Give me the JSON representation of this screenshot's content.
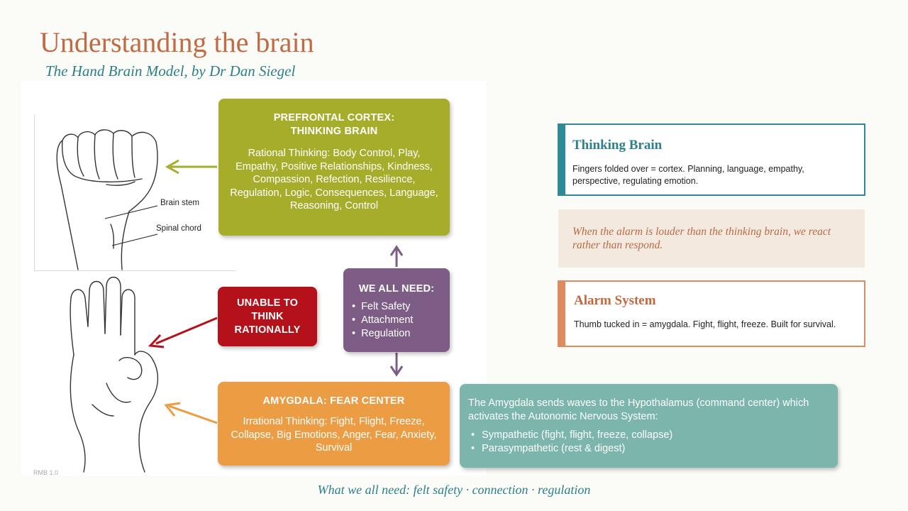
{
  "header": {
    "title": "Understanding the brain",
    "subtitle": "The Hand Brain Model, by Dr Dan Siegel"
  },
  "diagram": {
    "labels": {
      "brain_stem": "Brain stem",
      "spinal_chord": "Spinal chord"
    },
    "pfc": {
      "title_line1": "PREFRONTAL CORTEX:",
      "title_line2": "THINKING BRAIN",
      "body": "Rational Thinking: Body Control, Play, Empathy, Positive Relationships, Kindness, Compassion, Refection, Resilience, Regulation, Logic, Consequences, Language, Reasoning, Control"
    },
    "need": {
      "title": "WE ALL NEED:",
      "items": [
        "Felt Safety",
        "Attachment",
        "Regulation"
      ]
    },
    "unable": {
      "line1": "UNABLE TO",
      "line2": "THINK",
      "line3": "RATIONALLY"
    },
    "amygdala": {
      "title": "AMYGDALA: FEAR CENTER",
      "body": "Irrational Thinking: Fight, Flight, Freeze, Collapse, Big Emotions, Anger, Fear, Anxiety, Survival"
    },
    "autonomic": {
      "body": "The Amygdala sends waves to the Hypothalamus (command center) which activates the Autonomic Nervous System:",
      "items": [
        "Sympathetic (fight, flight, freeze, collapse)",
        "Parasympathetic (rest & digest)"
      ]
    },
    "credit": "RMB 1.0",
    "colors": {
      "green": "#a6ad2a",
      "purple": "#7d5d86",
      "red": "#b5111b",
      "orange": "#ec9c43",
      "teal": "#7bb5ac"
    }
  },
  "cards": {
    "thinking": {
      "title": "Thinking Brain",
      "body": "Fingers folded over = cortex.  Planning, language, empathy, perspective, regulating emotion."
    },
    "quote": "When the alarm is louder than the thinking brain, we react rather than respond.",
    "alarm": {
      "title": "Alarm System",
      "body": "Thumb tucked in = amygdala.  Fight, flight, freeze. Built for survival."
    }
  },
  "footer": "What we all need:  felt safety  ·  connection  ·  regulation"
}
